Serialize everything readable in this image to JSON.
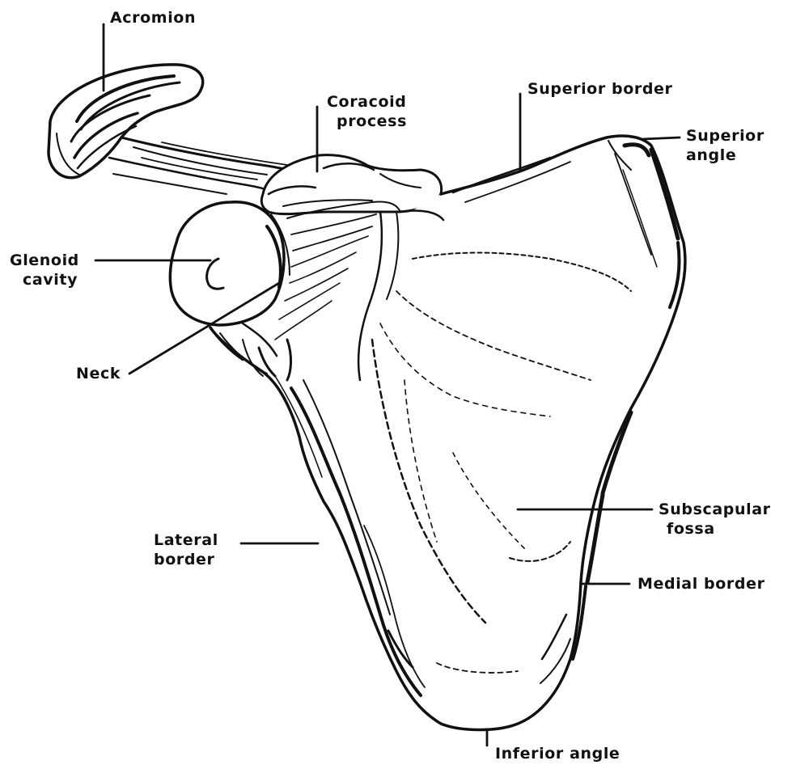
{
  "diagram": {
    "labels": {
      "acromion": "Acromion",
      "coracoid_process": [
        "Coracoid",
        "process"
      ],
      "superior_border": "Superior border",
      "superior_angle": [
        "Superior",
        "angle"
      ],
      "glenoid_cavity": [
        "Glenoid",
        "cavity"
      ],
      "neck": "Neck",
      "subscapular_fossa": [
        "Subscapular",
        "fossa"
      ],
      "lateral_border": [
        "Lateral",
        "border"
      ],
      "medial_border": "Medial border",
      "inferior_angle": "Inferior angle"
    }
  }
}
